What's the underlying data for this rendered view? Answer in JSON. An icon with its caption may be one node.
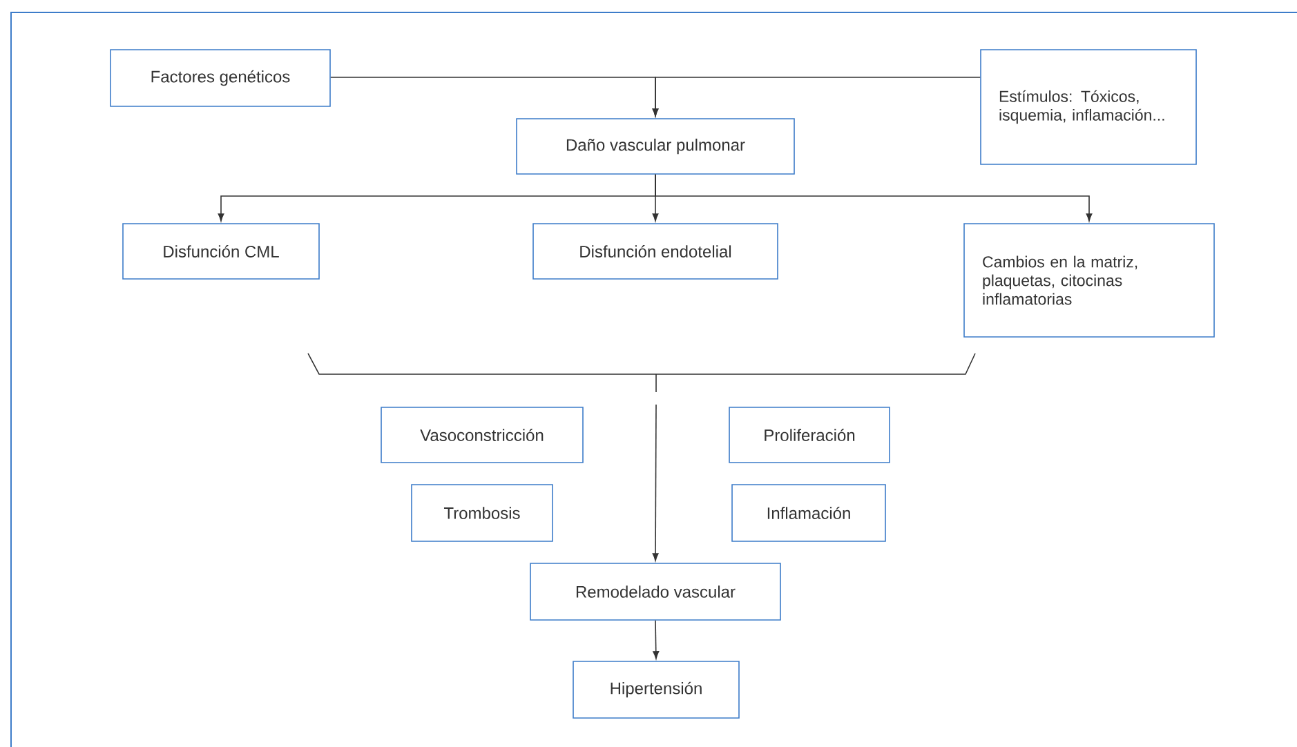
{
  "diagram": {
    "nodes": [
      {
        "text": [
          "Factores genéticos"
        ]
      },
      {
        "text": [
          "Estímulos: Tóxicos, isquemia, inflamación..."
        ]
      },
      {
        "text": [
          "Daño vascular pulmonar"
        ]
      },
      {
        "text": [
          "Disfunción CML"
        ]
      },
      {
        "text": [
          "Disfunción endotelial"
        ]
      },
      {
        "text": [
          "Cambios en la matriz, plaquetas, citocinas inflamatorias"
        ]
      },
      {
        "text": [
          "Vasoconstricción"
        ]
      },
      {
        "text": [
          "Proliferación"
        ]
      },
      {
        "text": [
          "Trombosis"
        ]
      },
      {
        "text": [
          "Inflamación"
        ]
      },
      {
        "text": [
          "Remodelado vascular"
        ]
      },
      {
        "text": [
          "Hipertensión"
        ]
      }
    ],
    "edges": [
      {
        "from": 0,
        "to": 2,
        "arrow": "to"
      },
      {
        "from": 1,
        "to": 2,
        "arrow": "to"
      },
      {
        "from": 2,
        "to": 3,
        "arrow": "to"
      },
      {
        "from": 2,
        "to": 4,
        "arrow": "to"
      },
      {
        "from": 2,
        "to": 5,
        "arrow": "to"
      },
      {
        "from": null,
        "to": 10,
        "arrow": "to"
      },
      {
        "from": 10,
        "to": 11,
        "arrow": "to"
      }
    ]
  }
}
